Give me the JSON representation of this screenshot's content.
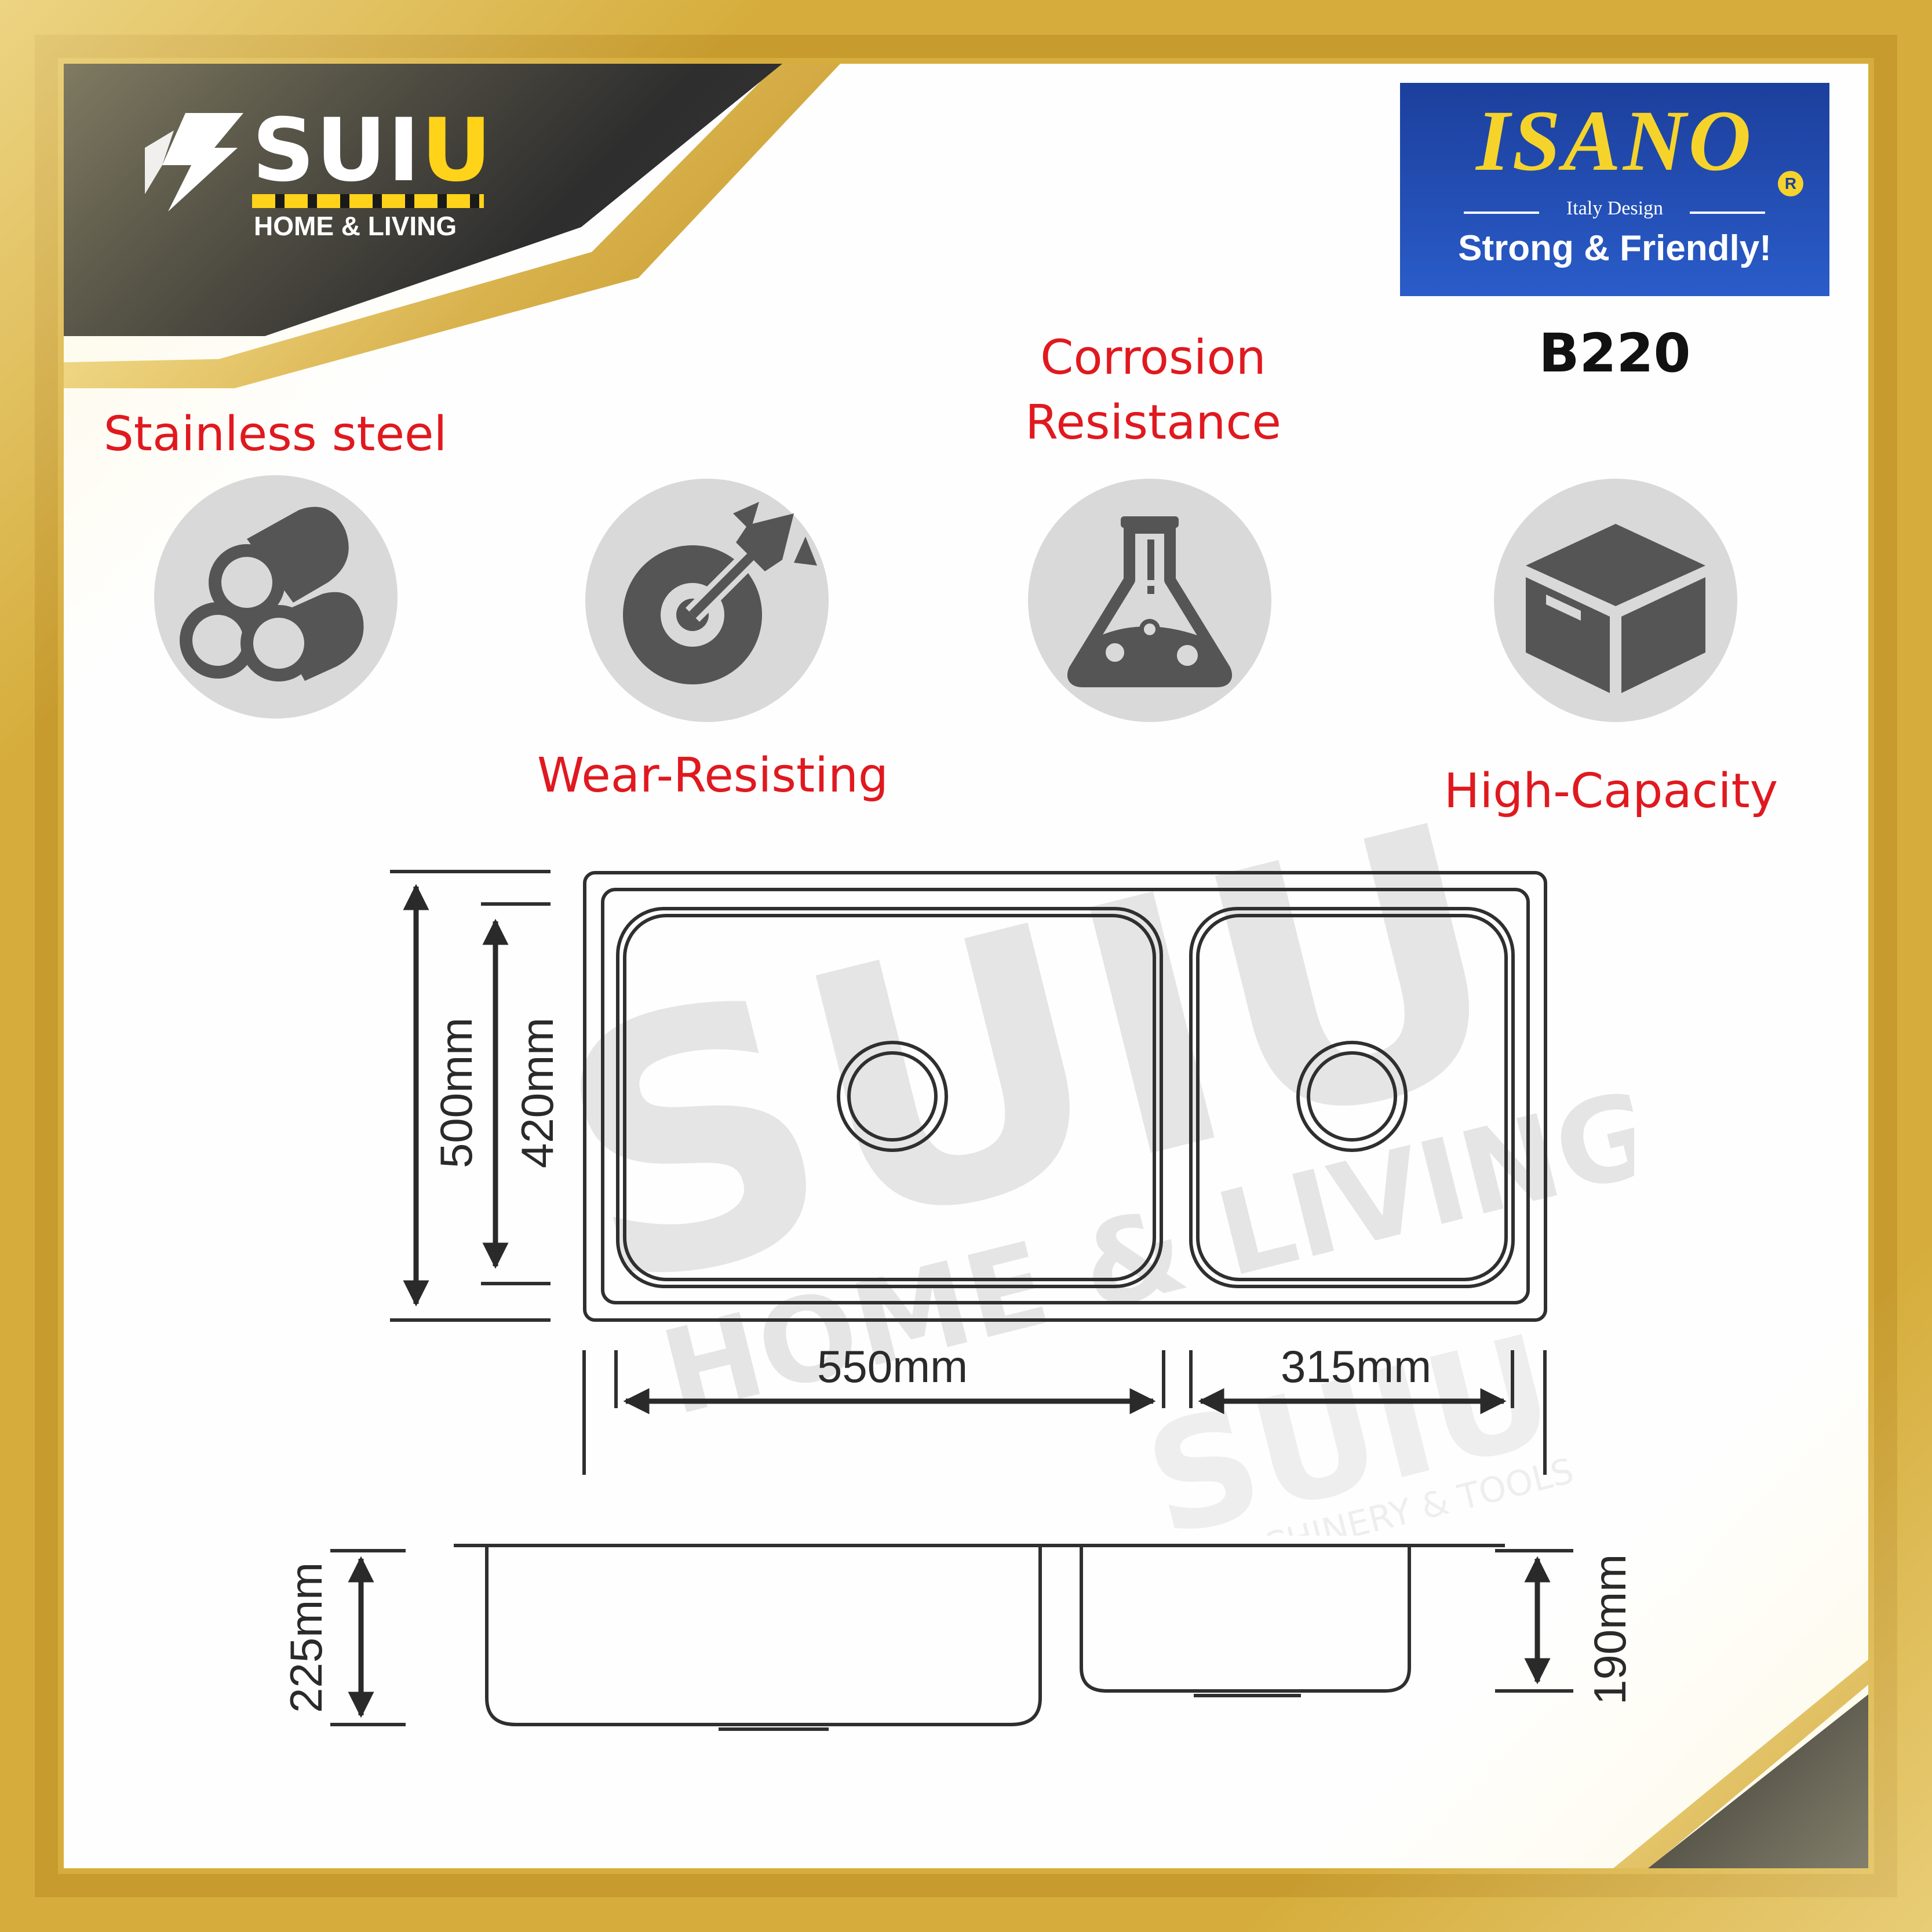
{
  "brand": {
    "name_start": "SUI",
    "name_end": "U",
    "tagline": "HOME & LIVING"
  },
  "isano": {
    "name": "ISANO",
    "reg_mark": "R",
    "subtitle": "Italy Design",
    "slogan": "Strong & Friendly!"
  },
  "model": "B220",
  "features": [
    {
      "label": "Stainless steel",
      "icon": "steel-pipes-icon"
    },
    {
      "label": "Wear-Resisting",
      "icon": "wear-disc-icon"
    },
    {
      "label_line1": "Corrosion",
      "label_line2": "Resistance",
      "icon": "flask-icon"
    },
    {
      "label": "High-Capacity",
      "icon": "box-icon"
    }
  ],
  "dimensions": {
    "overall_depth": "500mm",
    "bowl_depth": "420mm",
    "large_bowl_width": "550mm",
    "small_bowl_width": "315mm",
    "large_bowl_height": "225mm",
    "small_bowl_height": "190mm"
  },
  "watermark": {
    "brand": "SUIU",
    "tagline": "HOME & LIVING",
    "secondary": "MACHINERY & TOOLS"
  },
  "colors": {
    "gold": "#d6ad3c",
    "feature_red": "#e0191f",
    "isano_blue": "#1c3f9c",
    "isano_yellow": "#f5d32b",
    "icon_gray": "#555555",
    "circle_gray": "#d9d9d9"
  }
}
